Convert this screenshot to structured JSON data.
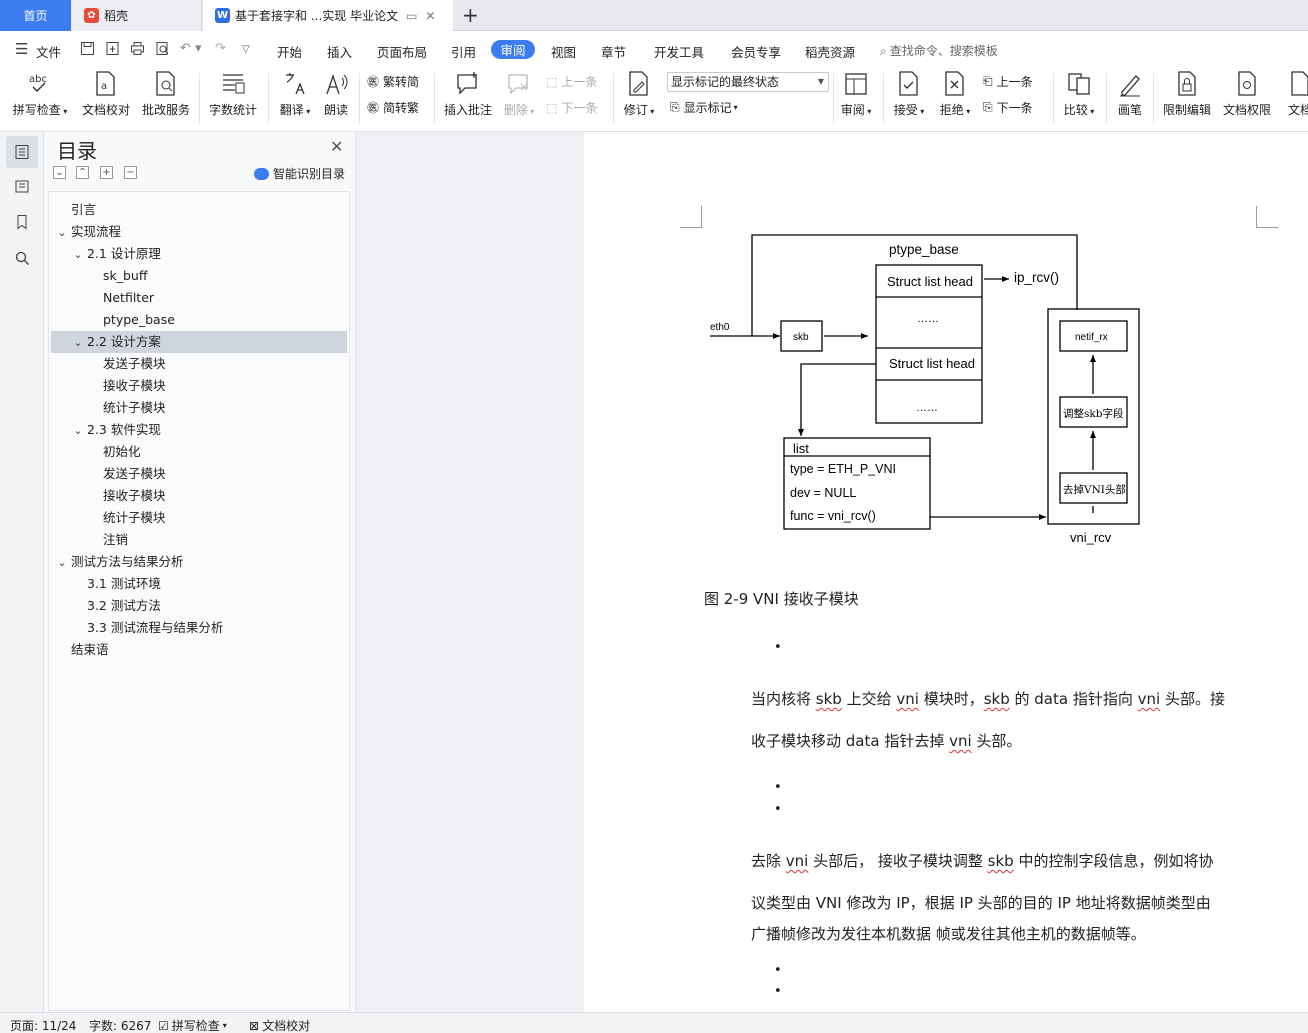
{
  "tabs": {
    "home": "首页",
    "doc1": "稻壳",
    "doc2": "基于套接字和 ...实现 毕业论文"
  },
  "menu": {
    "file": "文件",
    "items": [
      "开始",
      "插入",
      "页面布局",
      "引用",
      "审阅",
      "视图",
      "章节",
      "开发工具",
      "会员专享",
      "稻壳资源"
    ],
    "active": "审阅",
    "search": "查找命令、搜索模板"
  },
  "ribbon": {
    "spell": "拼写检查",
    "proof": "文档校对",
    "review_service": "批改服务",
    "word_count": "字数统计",
    "translate": "翻译",
    "read_aloud": "朗读",
    "trad": "繁转简",
    "simp": "简转繁",
    "insert_comment": "插入批注",
    "delete": "删除",
    "prev": "上一条",
    "next": "下一条",
    "revise": "修订",
    "display_state": "显示标记的最终状态",
    "show_marks": "显示标记",
    "review": "审阅",
    "accept": "接受",
    "reject": "拒绝",
    "prev2": "上一条",
    "next2": "下一条",
    "compare": "比较",
    "pen": "画笔",
    "restrict": "限制编辑",
    "permission": "文档权限",
    "more": "文档"
  },
  "toc": {
    "title": "目录",
    "smart": "智能识别目录",
    "items": [
      {
        "label": "引言",
        "level": 1,
        "arrow": ""
      },
      {
        "label": "实现流程",
        "level": 1,
        "arrow": "v"
      },
      {
        "label": "2.1 设计原理",
        "level": 2,
        "arrow": "v"
      },
      {
        "label": "sk_buff",
        "level": 3,
        "arrow": ""
      },
      {
        "label": "Netfilter",
        "level": 3,
        "arrow": ""
      },
      {
        "label": "ptype_base",
        "level": 3,
        "arrow": ""
      },
      {
        "label": "2.2 设计方案",
        "level": 2,
        "arrow": "v",
        "selected": true
      },
      {
        "label": "发送子模块",
        "level": 3,
        "arrow": ""
      },
      {
        "label": "接收子模块",
        "level": 3,
        "arrow": ""
      },
      {
        "label": "统计子模块",
        "level": 3,
        "arrow": ""
      },
      {
        "label": "2.3 软件实现",
        "level": 2,
        "arrow": "v"
      },
      {
        "label": "初始化",
        "level": 3,
        "arrow": ""
      },
      {
        "label": "发送子模块",
        "level": 3,
        "arrow": ""
      },
      {
        "label": "接收子模块",
        "level": 3,
        "arrow": ""
      },
      {
        "label": "统计子模块",
        "level": 3,
        "arrow": ""
      },
      {
        "label": "注销",
        "level": 3,
        "arrow": ""
      },
      {
        "label": "测试方法与结果分析",
        "level": 1,
        "arrow": "v"
      },
      {
        "label": "3.1 测试环境",
        "level": 2,
        "arrow": ""
      },
      {
        "label": "3.2 测试方法",
        "level": 2,
        "arrow": ""
      },
      {
        "label": "3.3 测试流程与结果分析",
        "level": 2,
        "arrow": ""
      },
      {
        "label": "结束语",
        "level": 1,
        "arrow": ""
      }
    ]
  },
  "diagram": {
    "ptype_base": "ptype_base",
    "struct1": "Struct list head",
    "dots1": "……",
    "struct2": "Struct list head",
    "dots2": "……",
    "ip_rcv": "ip_rcv()",
    "eth0": "eth0",
    "skb": "skb",
    "list": "list",
    "type": "type = ETH_P_VNI",
    "dev": "dev = NULL",
    "func": "func = vni_rcv()",
    "netif_rx": "netif_rx",
    "adjust": "调整skb字段",
    "strip": "去掉VNI头部",
    "vni_rcv": "vni_rcv"
  },
  "doc": {
    "caption": "图  2-9 VNI  接收子模块",
    "bullet": "•",
    "p1a_1": "当内核将 ",
    "p1a_skb": "skb",
    "p1a_2": " 上交给 ",
    "p1a_vni": "vni",
    "p1a_3": " 模块时，",
    "p1a_skb2": "skb",
    "p1a_4": " 的 data 指针指向 ",
    "p1a_vni2": "vni",
    "p1a_5": " 头部。接",
    "p1b_1": "收子模块移动 data 指针去掉 ",
    "p1b_vni": "vni",
    "p1b_2": " 头部。",
    "p2a_1": "去除 ",
    "p2a_vni": "vni",
    "p2a_2": " 头部后， 接收子模块调整 ",
    "p2a_skb": "skb",
    "p2a_3": " 中的控制字段信息，例如将协",
    "p2b": "议类型由 VNI 修改为 IP，根据 IP 头部的目的 IP 地址将数据帧类型由",
    "p2c": "广播帧修改为发往本机数据 帧或发往其他主机的数据帧等。"
  },
  "status": {
    "page": "页面: 11/24",
    "words": "字数: 6267",
    "spell": "拼写检查",
    "proof": "文档校对"
  },
  "colors": {
    "accent": "#3c7cf0",
    "toc_selected": "#cfd5dc",
    "spell_underline": "#dd3333"
  }
}
